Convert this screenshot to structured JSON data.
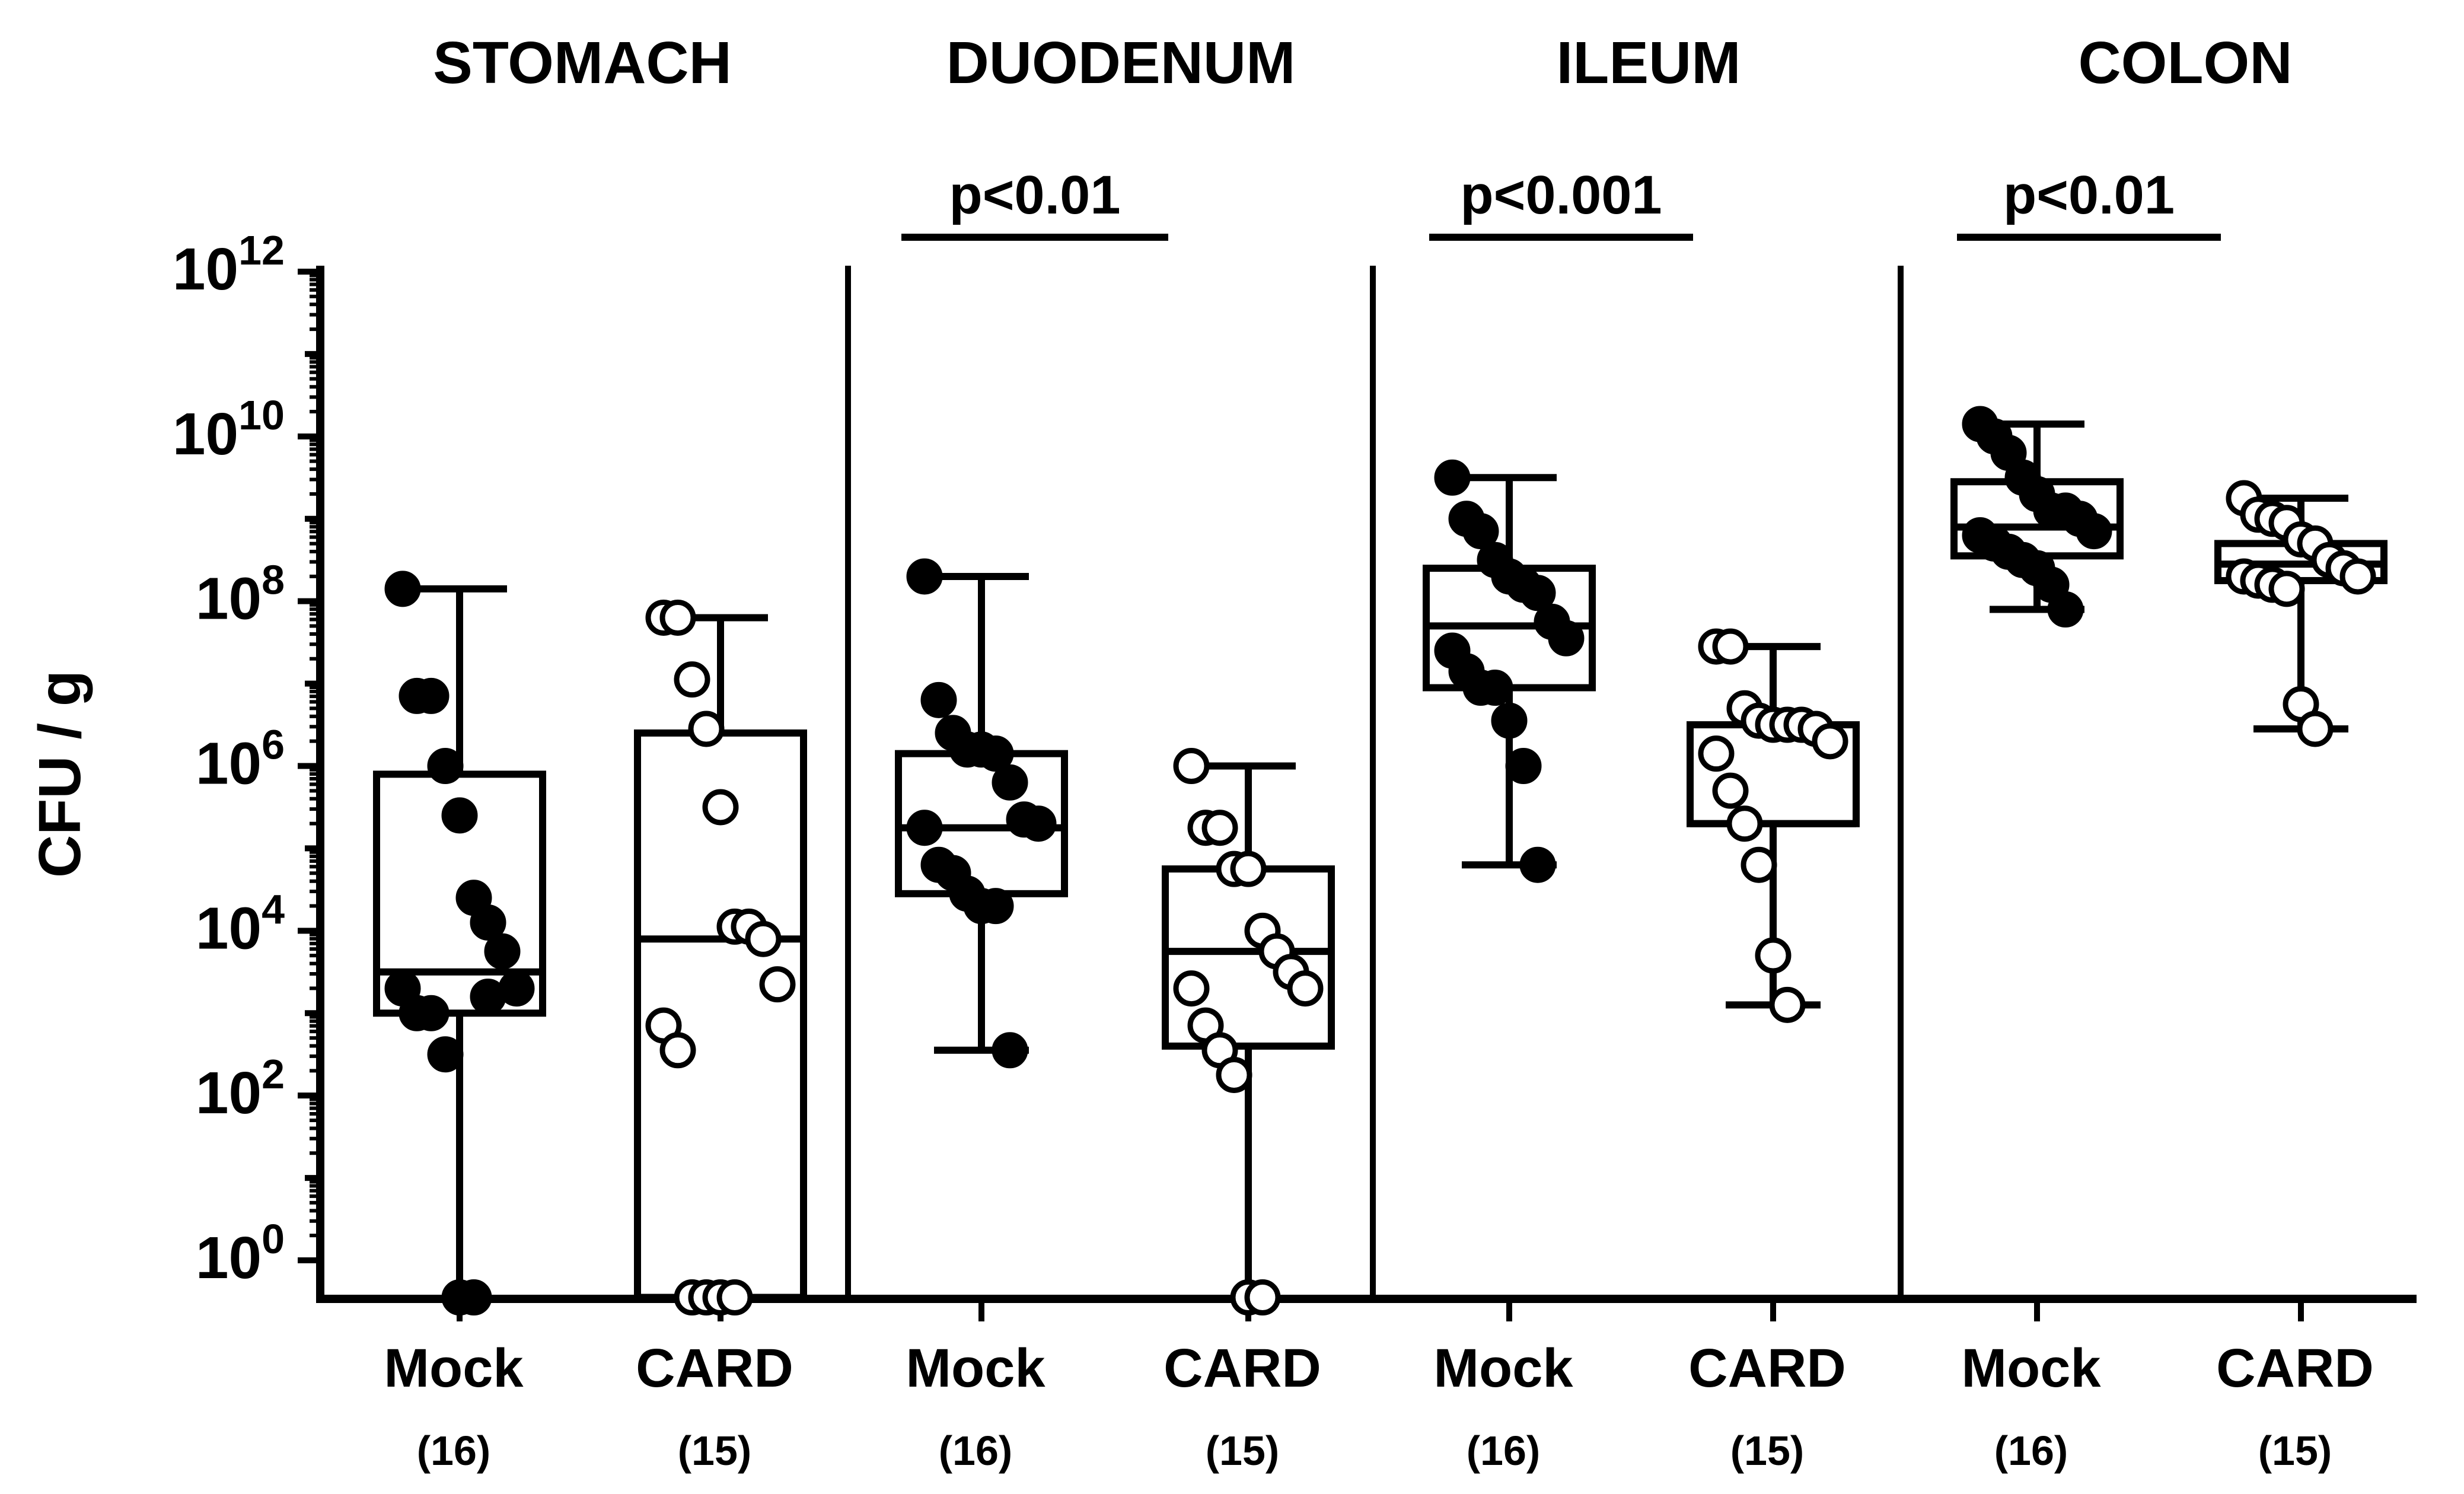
{
  "chart_data": {
    "type": "box",
    "ylabel": "CFU / g",
    "yscale": "log10",
    "ylim": [
      0,
      12
    ],
    "y_tick_base": "10",
    "y_ticks": [
      {
        "exp": "0",
        "value": 0
      },
      {
        "exp": "2",
        "value": 2
      },
      {
        "exp": "4",
        "value": 4
      },
      {
        "exp": "6",
        "value": 6
      },
      {
        "exp": "8",
        "value": 8
      },
      {
        "exp": "10",
        "value": 10
      },
      {
        "exp": "12",
        "value": 12
      }
    ],
    "groups": [
      "Mock",
      "CARD"
    ],
    "panels": [
      {
        "title": "STOMACH",
        "pvalue": "",
        "boxes": [
          {
            "label": "Mock",
            "n_label": "(16)",
            "fill": "filled",
            "min": -0.45,
            "q1": 3.0,
            "median": 3.5,
            "q3": 5.9,
            "max": 8.15,
            "points": [
              8.15,
              6.85,
              6.85,
              6.0,
              5.4,
              4.4,
              4.1,
              3.75,
              3.3,
              3.3,
              3.0,
              3.0,
              2.5,
              -0.45,
              -0.45,
              3.2
            ]
          },
          {
            "label": "CARD",
            "n_label": "(15)",
            "fill": "open",
            "min": -0.45,
            "q1": -0.45,
            "median": 3.9,
            "q3": 6.4,
            "max": 7.8,
            "points": [
              7.8,
              7.8,
              7.05,
              6.45,
              5.5,
              4.05,
              4.05,
              3.9,
              3.35,
              2.85,
              2.55,
              -0.45,
              -0.45,
              -0.45,
              -0.45
            ]
          }
        ]
      },
      {
        "title": "DUODENUM",
        "pvalue": "p<0.01",
        "boxes": [
          {
            "label": "Mock",
            "n_label": "(16)",
            "fill": "filled",
            "min": 2.55,
            "q1": 4.45,
            "median": 5.25,
            "q3": 6.15,
            "max": 8.3,
            "points": [
              8.3,
              6.8,
              6.4,
              6.2,
              6.2,
              6.15,
              5.8,
              5.35,
              5.3,
              5.25,
              4.8,
              4.7,
              4.45,
              4.3,
              4.3,
              2.55
            ]
          },
          {
            "label": "CARD",
            "n_label": "(15)",
            "fill": "open",
            "min": -0.45,
            "q1": 2.6,
            "median": 3.75,
            "q3": 4.75,
            "max": 6.0,
            "points": [
              6.0,
              5.25,
              5.25,
              4.75,
              4.75,
              4.0,
              3.75,
              3.5,
              3.3,
              3.3,
              2.85,
              2.55,
              2.25,
              -0.45,
              -0.45
            ]
          }
        ]
      },
      {
        "title": "ILEUM",
        "pvalue": "p<0.001",
        "boxes": [
          {
            "label": "Mock",
            "n_label": "(16)",
            "fill": "filled",
            "min": 4.8,
            "q1": 6.95,
            "median": 7.7,
            "q3": 8.4,
            "max": 9.5,
            "points": [
              9.5,
              9.0,
              8.85,
              8.5,
              8.3,
              8.2,
              8.1,
              7.75,
              7.55,
              7.4,
              7.15,
              6.95,
              6.95,
              6.55,
              6.0,
              4.8
            ]
          },
          {
            "label": "CARD",
            "n_label": "(15)",
            "fill": "open",
            "min": 3.1,
            "q1": 5.3,
            "median": 5.3,
            "q3": 6.5,
            "max": 7.45,
            "points": [
              7.45,
              7.45,
              6.7,
              6.55,
              6.5,
              6.5,
              6.5,
              6.45,
              6.3,
              6.15,
              5.7,
              5.3,
              4.8,
              3.7,
              3.1
            ]
          }
        ]
      },
      {
        "title": "COLON",
        "pvalue": "p<0.01",
        "boxes": [
          {
            "label": "Mock",
            "n_label": "(16)",
            "fill": "filled",
            "min": 7.9,
            "q1": 8.55,
            "median": 8.9,
            "q3": 9.45,
            "max": 10.15,
            "points": [
              10.15,
              10.0,
              9.8,
              9.5,
              9.3,
              9.1,
              9.1,
              9.0,
              8.85,
              8.8,
              8.7,
              8.6,
              8.5,
              8.4,
              8.2,
              7.9
            ]
          },
          {
            "label": "CARD",
            "n_label": "(15)",
            "fill": "open",
            "min": 6.45,
            "q1": 8.25,
            "median": 8.45,
            "q3": 8.7,
            "max": 9.25,
            "points": [
              9.25,
              9.05,
              9.0,
              8.95,
              8.75,
              8.7,
              8.5,
              8.4,
              8.3,
              8.3,
              8.25,
              8.2,
              8.15,
              6.75,
              6.45
            ]
          }
        ]
      }
    ]
  }
}
